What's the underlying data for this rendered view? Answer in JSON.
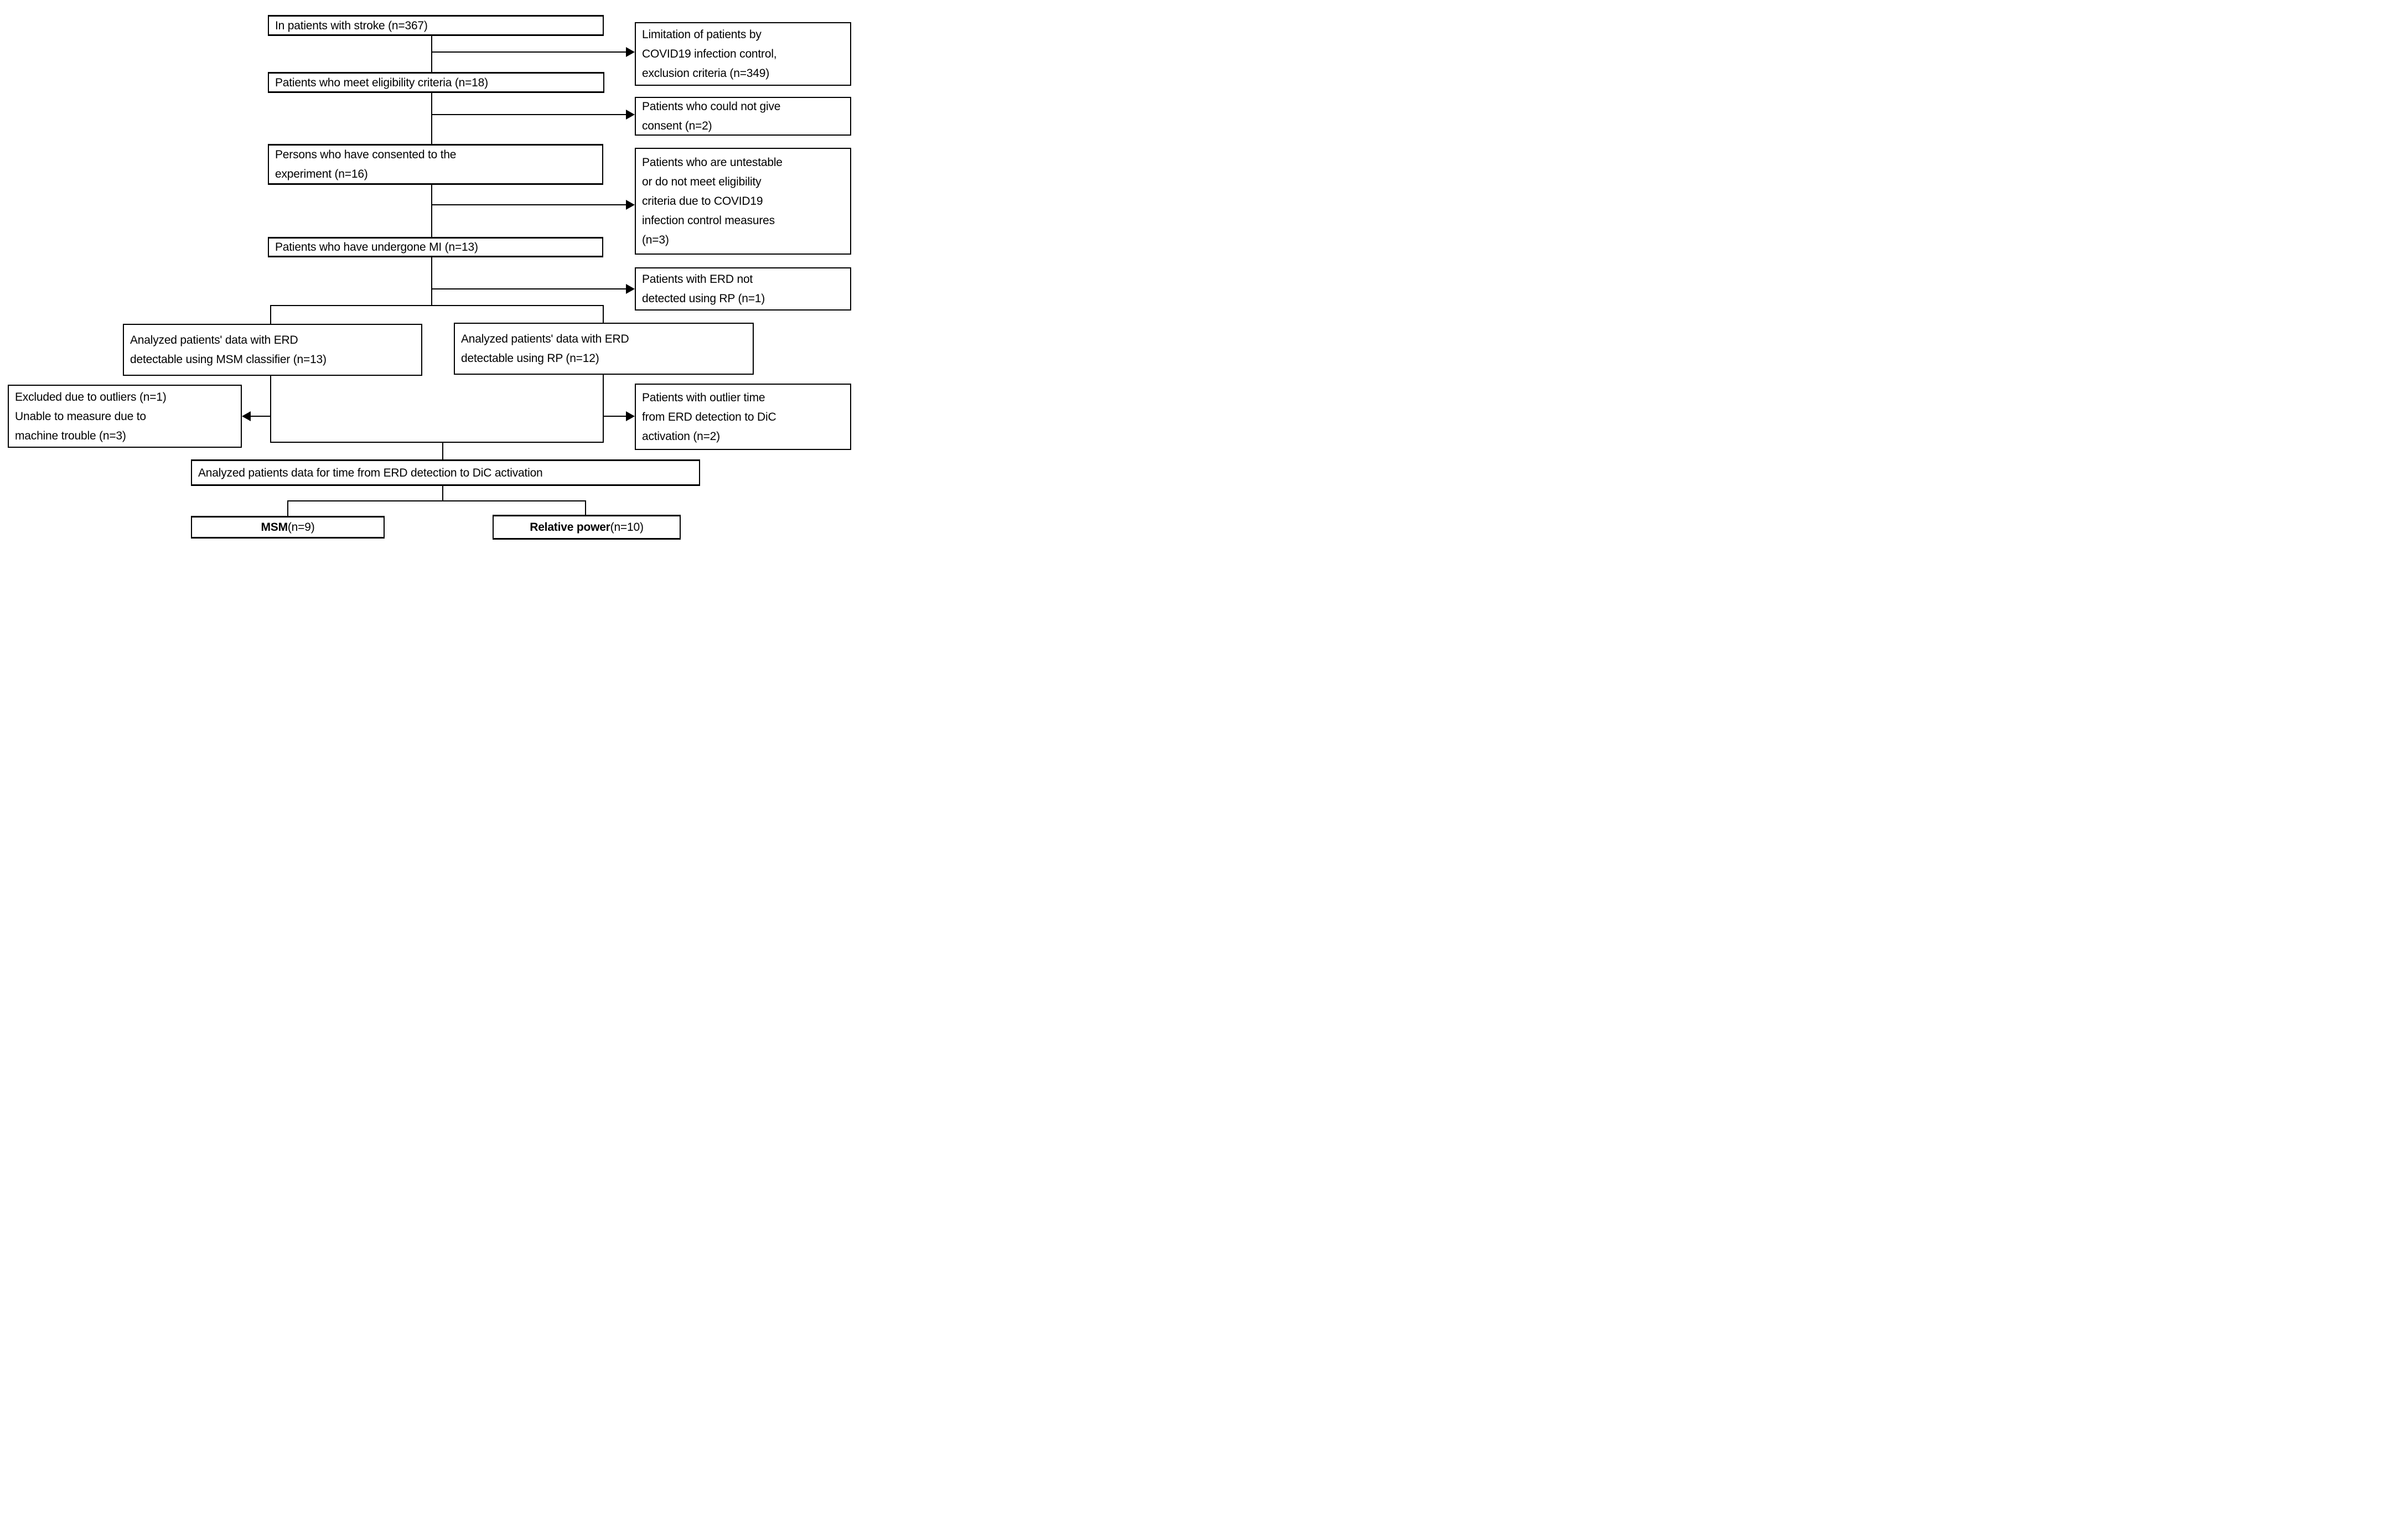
{
  "diagram_type": "patient-flow-chart",
  "colors": {
    "background": "#ffffff",
    "border": "#000000",
    "text": "#000000"
  },
  "boxes": {
    "stroke": {
      "text": "In patients with stroke (n=367)"
    },
    "limitation": {
      "text": "Limitation of patients by\nCOVID19 infection control,\nexclusion criteria (n=349)"
    },
    "eligibility": {
      "text": "Patients who meet eligibility criteria (n=18)"
    },
    "no_consent": {
      "text": "Patients who could not give\nconsent (n=2)"
    },
    "consented": {
      "text": "Persons who have consented to the\nexperiment (n=16)"
    },
    "untestable": {
      "text": "Patients who are untestable\nor do not meet eligibility\ncriteria due to COVID19\ninfection control measures\n(n=3)"
    },
    "mi": {
      "text": "Patients who have undergone MI (n=13)"
    },
    "erd_not_detected": {
      "text": "Patients with ERD not\ndetected using RP (n=1)"
    },
    "msm_classifier": {
      "text": "Analyzed patients' data with ERD\ndetectable using MSM classifier (n=13)"
    },
    "rp_detectable": {
      "text": "Analyzed patients' data with ERD\ndetectable using RP (n=12)"
    },
    "excluded": {
      "text": "Excluded due to outliers (n=1)\nUnable to measure due to\nmachine trouble (n=3)"
    },
    "outlier_time": {
      "text": "Patients with outlier time\nfrom ERD detection to DiC\nactivation (n=2)"
    },
    "analyzed_time": {
      "text": "Analyzed patients data for time from ERD detection to DiC activation"
    },
    "msm_final": {
      "bold": "MSM",
      "rest": " (n=9)"
    },
    "rp_final": {
      "bold": "Relative power",
      "rest": "  (n=10)"
    }
  }
}
